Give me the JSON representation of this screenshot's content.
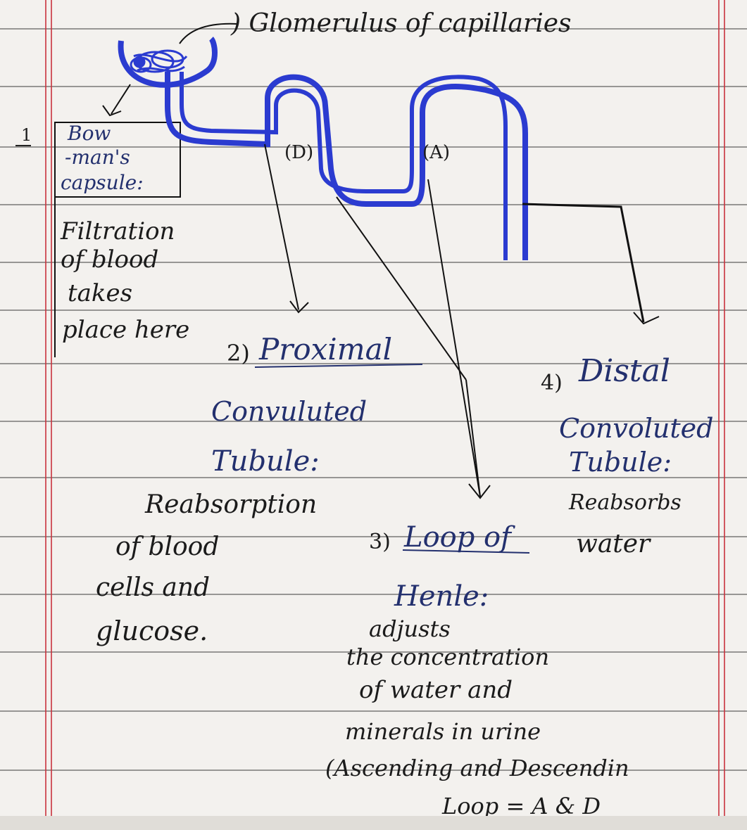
{
  "labels": {
    "glomerulus": ") Glomerulus of capillaries",
    "section_number": "1",
    "bowman_1": "Bow",
    "bowman_2": "-man's",
    "bowman_3": "capsule:",
    "bowman_desc_1": "Filtration",
    "bowman_desc_2": "of blood",
    "bowman_desc_3": "takes",
    "bowman_desc_4": "place here",
    "marker_d": "(D)",
    "marker_a": "(A)",
    "pct_num": "2)",
    "pct_1": "Proximal",
    "pct_2": "Convuluted",
    "pct_3": "Tubule:",
    "pct_desc_1": "Reabsorption",
    "pct_desc_2": "of blood",
    "pct_desc_3": "cells and",
    "pct_desc_4": "glucose.",
    "dct_num": "4)",
    "dct_1": "Distal",
    "dct_2": "Convoluted",
    "dct_3": "Tubule:",
    "dct_desc_1": "Reabsorbs",
    "dct_desc_2": "water",
    "loop_num": "3)",
    "loop_1": "Loop of",
    "loop_2": "Henle:",
    "loop_desc_1": "adjusts",
    "loop_desc_2": "the concentration",
    "loop_desc_3": "of water and",
    "loop_desc_4": "minerals in urine",
    "loop_desc_5": "(Ascending and Descendin",
    "loop_desc_6": "Loop = A & D"
  },
  "colors": {
    "ink_blue": "#2b3bd0",
    "ink_black": "#1b1b1b",
    "margin_red": "#c8323c"
  }
}
